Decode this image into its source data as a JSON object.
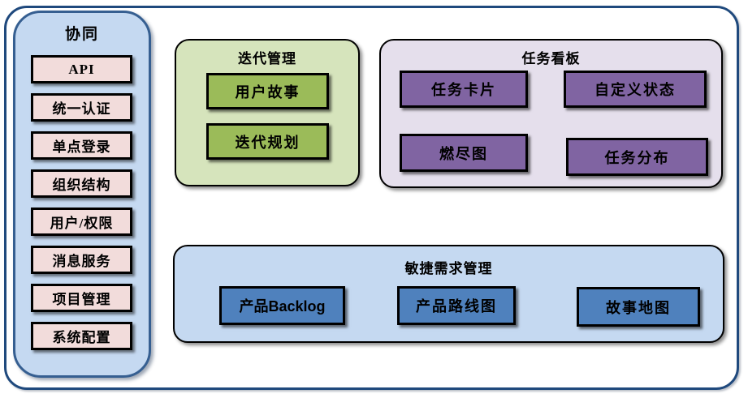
{
  "diagram": {
    "collaboration": {
      "title": "协同",
      "items": [
        "API",
        "统一认证",
        "单点登录",
        "组织结构",
        "用户/权限",
        "消息服务",
        "项目管理",
        "系统配置"
      ]
    },
    "iteration": {
      "title": "迭代管理",
      "items": [
        "用户故事",
        "迭代规划"
      ]
    },
    "kanban": {
      "title": "任务看板",
      "items": [
        "任务卡片",
        "自定义状态",
        "燃尽图",
        "任务分布"
      ]
    },
    "agile": {
      "title": "敏捷需求管理",
      "items": [
        "产品Backlog",
        "产品路线图",
        "故事地图"
      ]
    }
  },
  "colors": {
    "frame_border": "#1F497D",
    "collaboration_fill": "#C5D9F1",
    "collaboration_border": "#365F91",
    "collaboration_item_fill": "#F2DCDB",
    "iteration_fill": "#D6E4BC",
    "iteration_item_fill": "#9BBB59",
    "kanban_fill": "#E5DFEC",
    "kanban_item_fill": "#8064A2",
    "agile_fill": "#C5D9F1",
    "agile_item_fill": "#4F81BD",
    "block_border": "#000000",
    "text": "#000000"
  }
}
